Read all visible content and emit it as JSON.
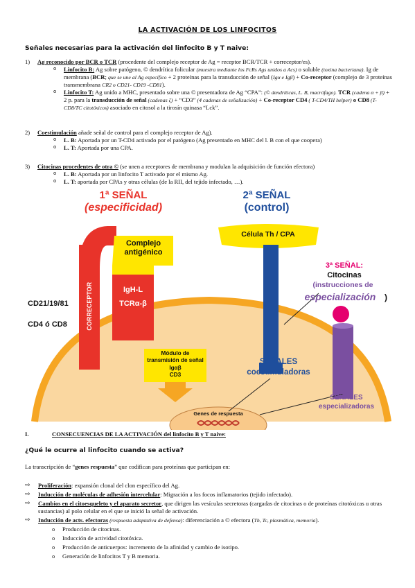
{
  "title": "LA ACTIVACIÓN DE LOS LINFOCITOS",
  "subtitle": "Señales necesarias para la activación del linfocito B y T naive:",
  "item1": {
    "num": "1)",
    "head": "Ag reconocido por BCR o TCR",
    "text": " (procedente del complejo receptor de Ag = receptor BCR/TCR + correceptor/es).",
    "b_head": "Linfocito B:",
    "b_text1": " Ag sobre patógeno, © dendrítica folicular ",
    "b_it1": "(muestra mediante los FcRs Ags unidos a Acs)",
    "b_text2": " o soluble ",
    "b_it2": "(toxina bacteriana).",
    "b_text3": " Ig de membrana (",
    "b_bcr": "BCR",
    "b_text4": "; ",
    "b_it3": "que se une al Ag específico",
    "b_text5": " + 2 proteínas para la transducción de señal (",
    "b_it4": "Igα e Igβ",
    "b_text6": ") + ",
    "b_coreceptor": "Co-receptor",
    "b_text7": " (complejo de 3 proteínas transmembrana ",
    "b_it5": "CR2 o CD21- CD19 -CD81",
    "b_text8": ").",
    "t_head": "Linfocito T:",
    "t_text1": " Ag unido a MHC, presentado sobre una © presentadora de Ag “CPA”: ",
    "t_it1": "(© dendríticas, L. B, macrófago).",
    "t_tcr": "TCR",
    "t_it2": " (cadena α + β)",
    "t_text2": " + 2 p. para la ",
    "t_transd": "transducción de señal",
    "t_it3": " (cadenas ζ)",
    "t_text3": " + “CD3” ",
    "t_it4": "(4 cadenas de señalización)",
    "t_text4": " + ",
    "t_coreceptor": "Co-receptor CD4",
    "t_it5": " ( T-CD4/TH helper)",
    "t_o": " o ",
    "t_cd8": "CD8",
    "t_it6": " (T-CD8/TC citotóxicos)",
    "t_text5": " asociado en citosol a la tirosín quinasa “Lck”."
  },
  "item2": {
    "num": "2)",
    "head": "Coestimulación",
    "text": " añade señal de control para el complejo receptor de Ag).",
    "b_head": "L. B:",
    "b_text": " Aportada por un T-CD4 activado por el patógeno (Ag presentado en MHC del l. B con el que coopera)",
    "t_head": "L. T:",
    "t_text": " Aportada por una CPA."
  },
  "item3": {
    "num": "3)",
    "head": "Citocinas procedentes de otra ©",
    "text": " (se unen a receptores de membrana y modulan la adquisición de función efectora)",
    "b_head": "L. B:",
    "b_text": " Aportada por un linfocito T activado por el mismo Ag.",
    "t_head": "L. T:",
    "t_text": " aportada por CPAs y otras células (de la RII, del tejido infectado, …)."
  },
  "diagram": {
    "senal1_a": "1ª SEÑAL",
    "senal1_b": "(especificidad)",
    "senal2_a": "2ª SEÑAL",
    "senal2_b": "(control)",
    "complejo": "Complejo\nantigénico",
    "igh": "IgH-L",
    "tcr": "TCRα-β",
    "correceptor": "CORRECEPTOR",
    "cd21": "CD21/19/81",
    "cd4": "CD4 ó CD8",
    "celula": "Célula Th / CPA",
    "senal3_a": "3ª SEÑAL:",
    "senal3_b": "Citocinas",
    "senal3_c": "(instrucciones de",
    "senal3_d": "especialización",
    "senal3_e": ")",
    "modulo": "Módulo de\ntransmisión de señal\nIgαβ\nCD3",
    "senales_co_a": "SEÑALES",
    "senales_co_b": "coestimuladoras",
    "senales_esp_a": "SEÑALES",
    "senales_esp_b": "especializadoras",
    "genes": "Genes de respuesta",
    "colors": {
      "red": "#e8332a",
      "blue": "#1f4e9c",
      "yellow": "#ffe600",
      "orange": "#f6a623",
      "purple": "#7a4fa0",
      "magenta": "#e5006e",
      "cell": "#fad7a0"
    }
  },
  "section_I": {
    "num": "I.",
    "title": "CONSECUENCIAS DE LA ACTIVACIÓN del linfocito B y T naive:"
  },
  "question": "¿Qué le ocurre al linfocito cuando se activa?",
  "intro_a": "La transcripción de “",
  "intro_b": "genes respuesta",
  "intro_c": "” que codifican para proteínas que participan en:",
  "consequences": [
    {
      "head": "Proliferación",
      "text": ": expansión clonal del clon específico del Ag."
    },
    {
      "head": "Inducción de moléculas de adhesión intercelular",
      "text": ": Migración a los focos inflamatorios (tejido infectado)."
    },
    {
      "head": "Cambios en el citoesqueleto y el aparato secretor",
      "text": ", que dirigen las vesículas secretoras (cargadas de citocinas o de proteínas citotóxicas u otras sustancias) al polo celular en el que se inició la señal de activación."
    },
    {
      "head": "Inducción de acts. efectoras",
      "it": " (respuesta adaptativa de defensa)",
      "text": ": diferenciación a © efectora (",
      "it2": "Th, Tc, plasmática, memoria",
      "text2": ")."
    }
  ],
  "effector_items": [
    "Producción de citocinas.",
    "Inducción de actividad citotóxica.",
    "Producción de anticuerpos: incremento de la afinidad y cambio de isotipo.",
    "Generación de linfocitos T y B memoria."
  ]
}
